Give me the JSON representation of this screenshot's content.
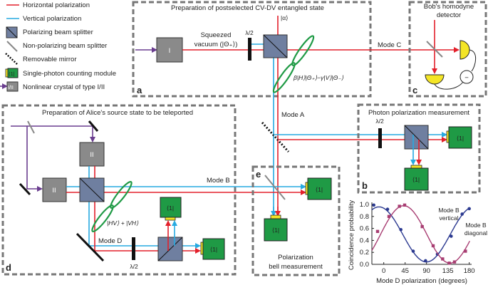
{
  "colors": {
    "horizontal": "#e3202b",
    "vertical": "#27aae1",
    "pump": "#6a3d8f",
    "detector": "#1f9a45",
    "pbs": "#6f7fa0",
    "series_vertical": "#2b3990",
    "series_diagonal": "#a83d72"
  },
  "legend": [
    {
      "icon": "red-line-icon",
      "label": "Horizontal polarization"
    },
    {
      "icon": "blue-line-icon",
      "label": "Vertical polarization"
    },
    {
      "icon": "polarizing-beam-splitter-icon",
      "label": "Polarizing beam splitter"
    },
    {
      "icon": "non-polarizing-beam-splitter-icon",
      "label": "Non-polarizing beam splitter"
    },
    {
      "icon": "removable-mirror-icon",
      "label": "Removable mirror"
    },
    {
      "icon": "single-photon-counter-icon",
      "label": "Single-photon counting module",
      "glyph": "⟨1|"
    },
    {
      "icon": "nonlinear-crystal-icon",
      "label": "Nonlinear crystal of type I/II",
      "glyph": "I/II"
    }
  ],
  "panel_a": {
    "letter": "a",
    "title": "Preparation of postselected CV-DV entangled state",
    "crystal": "I",
    "squeezed_1": "Squeezed",
    "squeezed_2": "vacuum (|Θ₊⟩)",
    "waveplate": "λ/2",
    "alpha": "|α⟩",
    "state": "β|H⟩|Θ₊⟩−γ|V⟩|Θ₋⟩",
    "mode_c": "Mode C",
    "mode_a": "Mode A"
  },
  "panel_c": {
    "letter": "c",
    "title_1": "Bob's homodyne",
    "title_2": "detector",
    "minus": "−"
  },
  "panel_d": {
    "letter": "d",
    "title": "Preparation of Alice's source state to be teleported",
    "crystal": "II",
    "mode_b": "Mode B",
    "mode_d": "Mode D",
    "state": "|HV⟩ + |VH⟩",
    "waveplate": "λ/2",
    "detector": "⟨1|"
  },
  "panel_b": {
    "letter": "b",
    "title": "Photon polarization measurement",
    "waveplate": "λ/2",
    "detector": "⟨1|"
  },
  "panel_e": {
    "letter": "e",
    "title_1": "Polarization",
    "title_2": "bell measurement",
    "detector": "⟨1|"
  },
  "chart_data": {
    "type": "scatter",
    "xlabel": "Mode D polarization (degrees)",
    "ylabel": "Coincidence probability",
    "xlim": [
      -25,
      185
    ],
    "ylim": [
      0,
      1
    ],
    "xticks": [
      0,
      45,
      90,
      135,
      180
    ],
    "yticks": [
      "0.0",
      "0.2",
      "0.4",
      "0.6",
      "0.8",
      "1.0"
    ],
    "grid": false,
    "series": [
      {
        "name": "Mode B vertical",
        "name_1": "Mode B",
        "name_2": "vertical",
        "color": "#2b3990",
        "points": [
          [
            -21,
            0.99
          ],
          [
            8,
            0.92
          ],
          [
            36,
            0.58
          ],
          [
            62,
            0.22
          ],
          [
            88,
            0.06
          ],
          [
            113,
            0.17
          ],
          [
            142,
            0.47
          ],
          [
            165,
            0.84
          ],
          [
            180,
            0.93
          ]
        ]
      },
      {
        "name": "Mode B diagonal",
        "name_1": "Mode B",
        "name_2": "diagonal",
        "color": "#a83d72",
        "points": [
          [
            -13,
            0.55
          ],
          [
            11,
            0.8
          ],
          [
            33,
            0.97
          ],
          [
            44,
            0.99
          ],
          [
            81,
            0.63
          ],
          [
            104,
            0.31
          ],
          [
            124,
            0.09
          ],
          [
            138,
            0.02
          ],
          [
            149,
            0.04
          ],
          [
            172,
            0.22
          ]
        ]
      }
    ]
  }
}
